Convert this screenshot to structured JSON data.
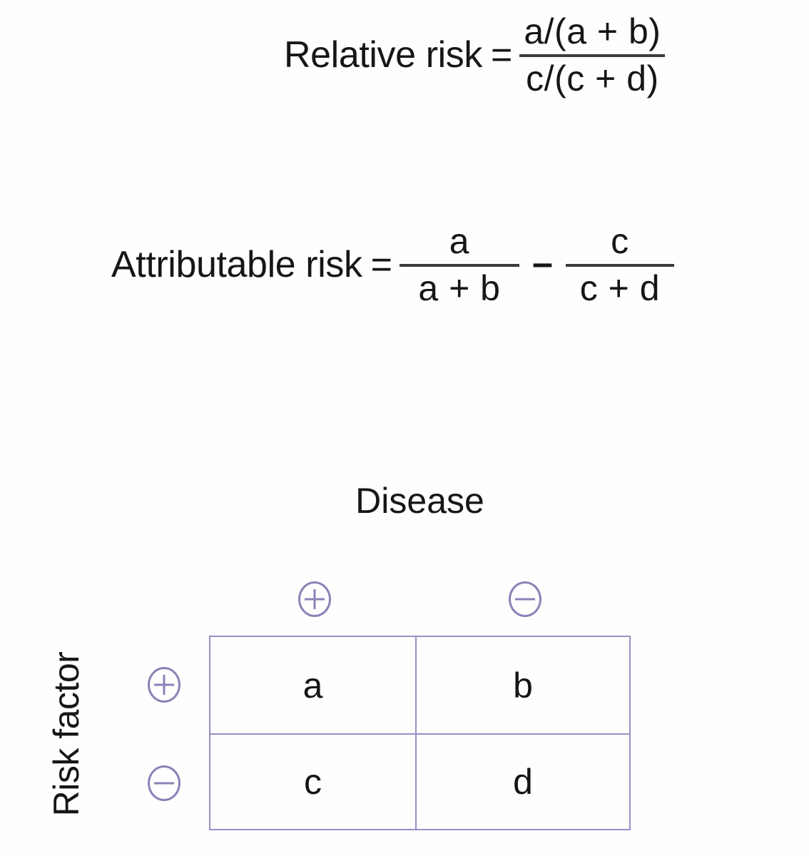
{
  "figure": {
    "background_color": "#fefefe",
    "text_color": "#161616",
    "table_border_color": "#9a8fc4",
    "sign_color": "#8b82b8"
  },
  "formulas": [
    {
      "id": "relative-risk",
      "label": "Relative risk",
      "equals": "=",
      "fraction": {
        "numerator": "a/(a + b)",
        "denominator": "c/(c + d)"
      }
    },
    {
      "id": "attributable-risk",
      "label": "Attributable risk",
      "equals": "=",
      "operator": "–",
      "fraction_1": {
        "numerator": "a",
        "denominator": "a + b"
      },
      "fraction_2": {
        "numerator": "c",
        "denominator": "c + d"
      }
    }
  ],
  "table": {
    "column_group_title": "Disease",
    "row_group_title": "Risk factor",
    "column_headers": [
      {
        "symbol": "⊕",
        "name": "plus",
        "meaning": "positive"
      },
      {
        "symbol": "⊖",
        "name": "minus",
        "meaning": "negative"
      }
    ],
    "row_headers": [
      {
        "symbol": "⊕",
        "name": "plus",
        "meaning": "positive"
      },
      {
        "symbol": "⊖",
        "name": "minus",
        "meaning": "negative"
      }
    ],
    "cells": [
      [
        "a",
        "b"
      ],
      [
        "c",
        "d"
      ]
    ]
  }
}
